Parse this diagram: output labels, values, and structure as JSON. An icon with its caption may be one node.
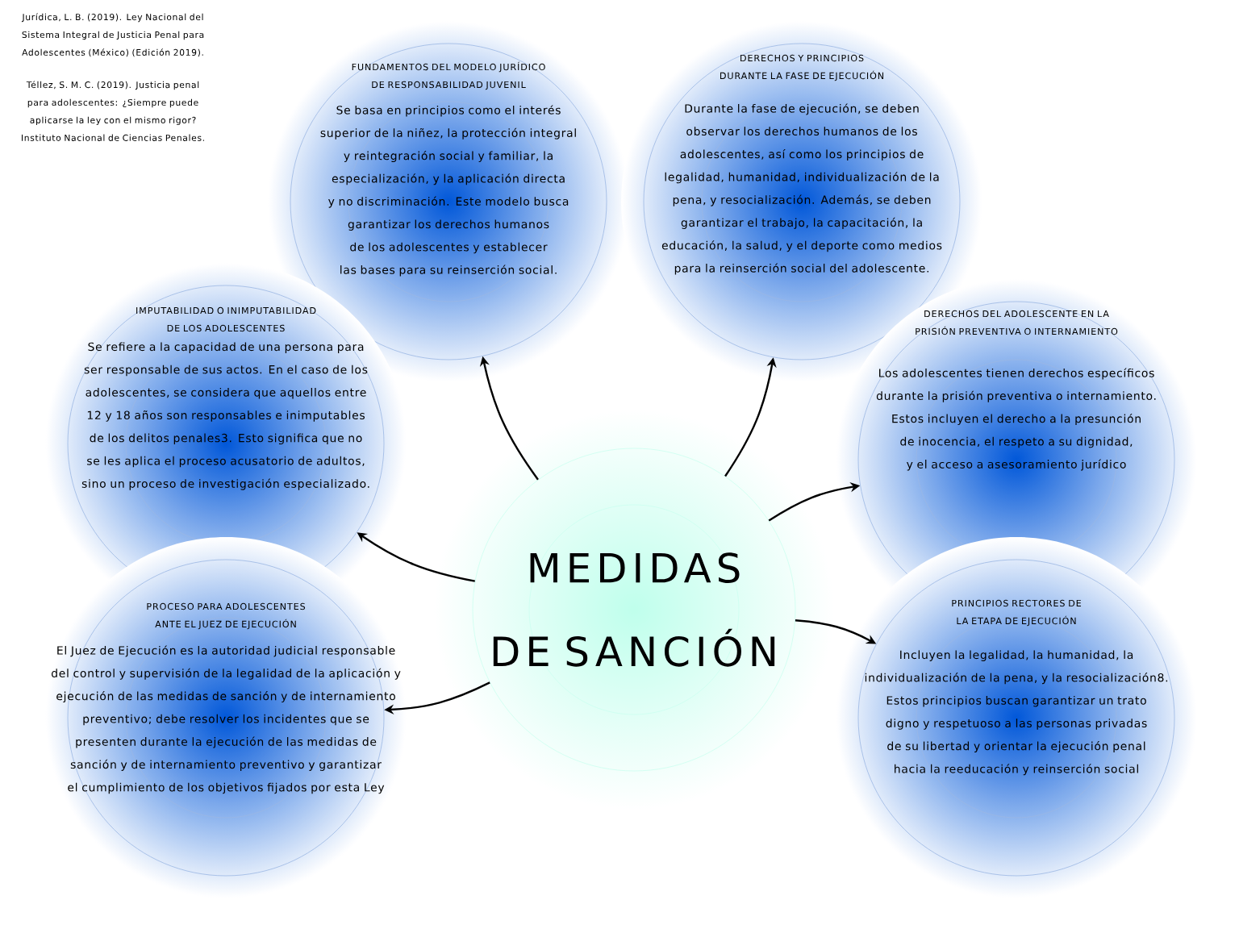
{
  "diagram": {
    "nodes": [
      {
        "text": [
          "MEDIDAS DE SANCIÓN"
        ]
      },
      {
        "text": [
          "FUNDAMENTOS DEL MODELO JURÍDICO DE RESPONSABILIDAD JUVENIL",
          "Se basa en principios como el interés superior de la niñez, la protección integral y reintegración social y familiar, la especialización, y la aplicación directa y no discriminación. Este modelo busca garantizar los derechos humanos de los adolescentes y establecer las bases para su reinserción social."
        ]
      },
      {
        "text": [
          "DERECHOS Y PRINCIPIOS DURANTE LA FASE DE EJECUCIÓN",
          "Durante la fase de ejecución, se deben observar los derechos humanos de los adolescentes, así como los principios de legalidad, humanidad, individualización de la pena, y resocialización. Además, se deben garantizar el trabajo, la capacitación, la educación, la salud, y el deporte como medios para la reinserción social del adolescente."
        ]
      },
      {
        "text": [
          "IMPUTABILIDAD O INIMPUTABILIDAD DE LOS ADOLESCENTES",
          "Se refiere a la capacidad de una persona para ser responsable de sus actos. En el caso de los adolescentes, se considera que aquellos entre 12 y 18 años son responsables e inimputables de los delitos penales3. Esto significa que no se les aplica el proceso acusatorio de adultos, sino un proceso de investigación especializado."
        ]
      },
      {
        "text": [
          "DERECHOS DEL ADOLESCENTE EN LA PRISIÓN PREVENTIVA O INTERNAMIENTO",
          "Los adolescentes tienen derechos específicos durante la prisión preventiva o internamiento. Estos incluyen el derecho a la presunción de inocencia, el respeto a su dignidad, y el acceso a asesoramiento jurídico"
        ]
      },
      {
        "text": [
          "PROCESO PARA ADOLESCENTES ANTE EL JUEZ DE EJECUCIÓN",
          "El Juez de Ejecución es la autoridad judicial responsable del control y supervisión de la legalidad de la aplicación y ejecución de las medidas de sanción y de internamiento preventivo; debe resolver los incidentes que se presenten durante la ejecución de las medidas de sanción y de internamiento preventivo y garantizar el cumplimiento de los objetivos fijados por esta Ley"
        ]
      },
      {
        "text": [
          "PRINCIPIOS RECTORES DE LA ETAPA DE EJECUCIÓN",
          "Incluyen la legalidad, la humanidad, la individualización de la pena, y la resocialización8. Estos principios buscan garantizar un trato digno y respetuoso a las personas privadas de su libertad y orientar la ejecución penal hacia la reeducación y reinserción social"
        ]
      }
    ],
    "edges": [
      {
        "from": 0,
        "to": 1,
        "arrow": "to"
      },
      {
        "from": 0,
        "to": 2,
        "arrow": "to"
      },
      {
        "from": 0,
        "to": 3,
        "arrow": "to"
      },
      {
        "from": 0,
        "to": 4,
        "arrow": "to"
      },
      {
        "from": 0,
        "to": 5,
        "arrow": "to"
      },
      {
        "from": 0,
        "to": 6,
        "arrow": "to"
      }
    ],
    "labels": [
      "Jurídica, L. B. (2019). Ley Nacional del Sistema Integral de Justicia Penal para Adolescentes (México) (Edición 2019).",
      "Téllez, S. M. C. (2019). Justicia penal para adolescentes: ¿Siempre puede aplicarse la ley con el mismo rigor? Instituto Nacional de Ciencias Penales."
    ]
  }
}
